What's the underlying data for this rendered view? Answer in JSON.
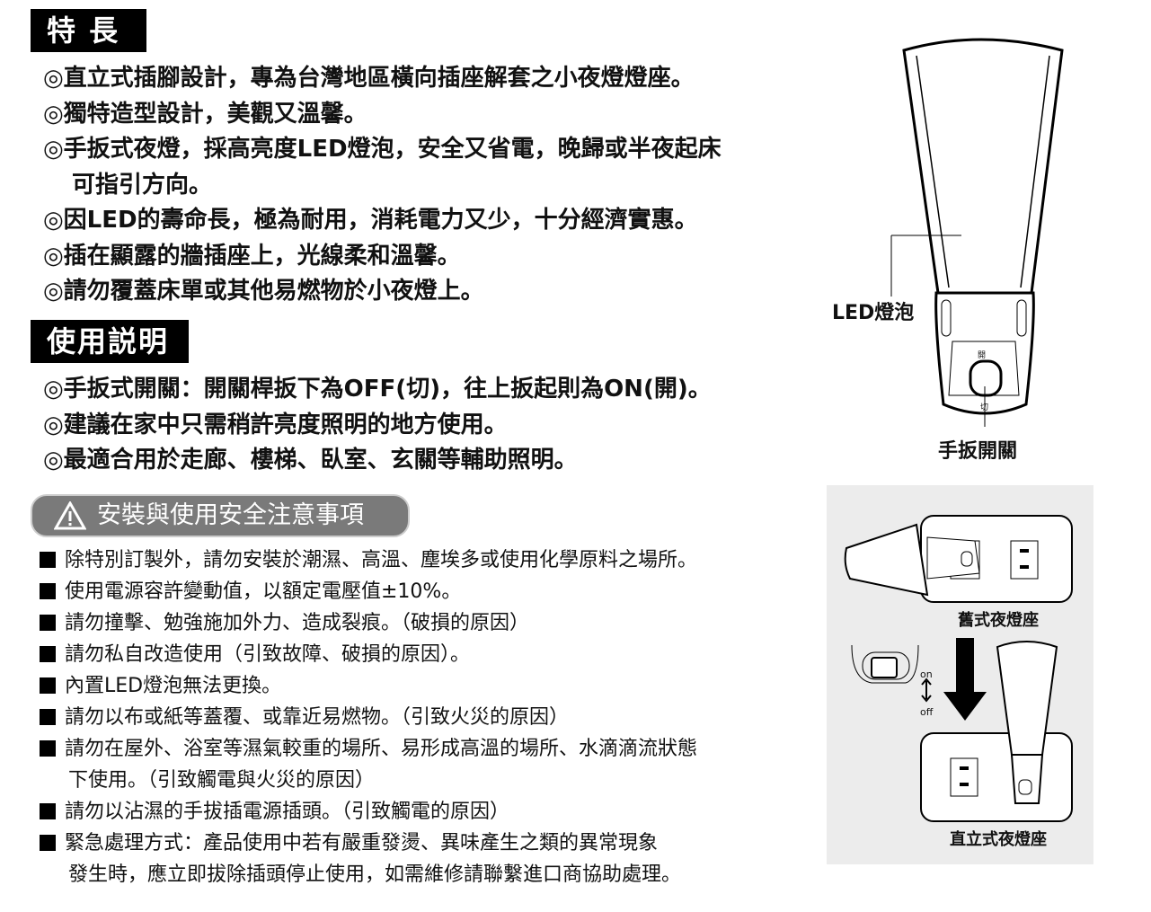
{
  "features": {
    "heading": "特 長",
    "items": [
      {
        "text": "◎直立式插腳設計，專為台灣地區橫向插座解套之小夜燈燈座。"
      },
      {
        "text": "◎獨特造型設計，美觀又溫馨。"
      },
      {
        "text": "◎手扳式夜燈，採高亮度LED燈泡，安全又省電，晚歸或半夜起床",
        "cont": "可指引方向。"
      },
      {
        "text": "◎因LED的壽命長，極為耐用，消耗電力又少，十分經濟實惠。"
      },
      {
        "text": "◎插在顯露的牆插座上，光線柔和溫馨。"
      },
      {
        "text": "◎請勿覆蓋床單或其他易燃物於小夜燈上。"
      }
    ]
  },
  "usage": {
    "heading": "使用説明",
    "items": [
      "◎手扳式開關：開關桿扳下為OFF(切)，往上扳起則為ON(開)。",
      "◎建議在家中只需稍許亮度照明的地方使用。",
      "◎最適合用於走廊、樓梯、臥室、玄關等輔助照明。"
    ]
  },
  "safety": {
    "heading": "安裝與使用安全注意事項",
    "items": [
      {
        "text": "除特別訂製外，請勿安裝於潮濕、高溫、塵埃多或使用化學原料之場所。"
      },
      {
        "text": "使用電源容許變動值，以額定電壓值±10%。"
      },
      {
        "text": "請勿撞擊、勉強施加外力、造成裂痕。（破損的原因）"
      },
      {
        "text": "請勿私自改造使用（引致故障、破損的原因）。"
      },
      {
        "text": "內置LED燈泡無法更換。"
      },
      {
        "text": "請勿以布或紙等蓋覆、或靠近易燃物。（引致火災的原因）"
      },
      {
        "text": "請勿在屋外、浴室等濕氣較重的場所、易形成高溫的場所、水滴滴流狀態",
        "cont": "下使用。（引致觸電與火災的原因）"
      },
      {
        "text": "請勿以沾濕的手拔插電源插頭。（引致觸電的原因）"
      },
      {
        "text": "緊急處理方式：產品使用中若有嚴重發燙、異味產生之類的異常現象",
        "cont": "發生時，應立即拔除插頭停止使用，如需維修請聯繫進口商協助處理。"
      }
    ]
  },
  "diagram": {
    "led_label": "LED燈泡",
    "switch_label": "手扳開關",
    "switch_on": "開",
    "switch_off": "切",
    "old_label": "舊式夜燈座",
    "new_label": "直立式夜燈座",
    "on": "on",
    "off": "off"
  }
}
